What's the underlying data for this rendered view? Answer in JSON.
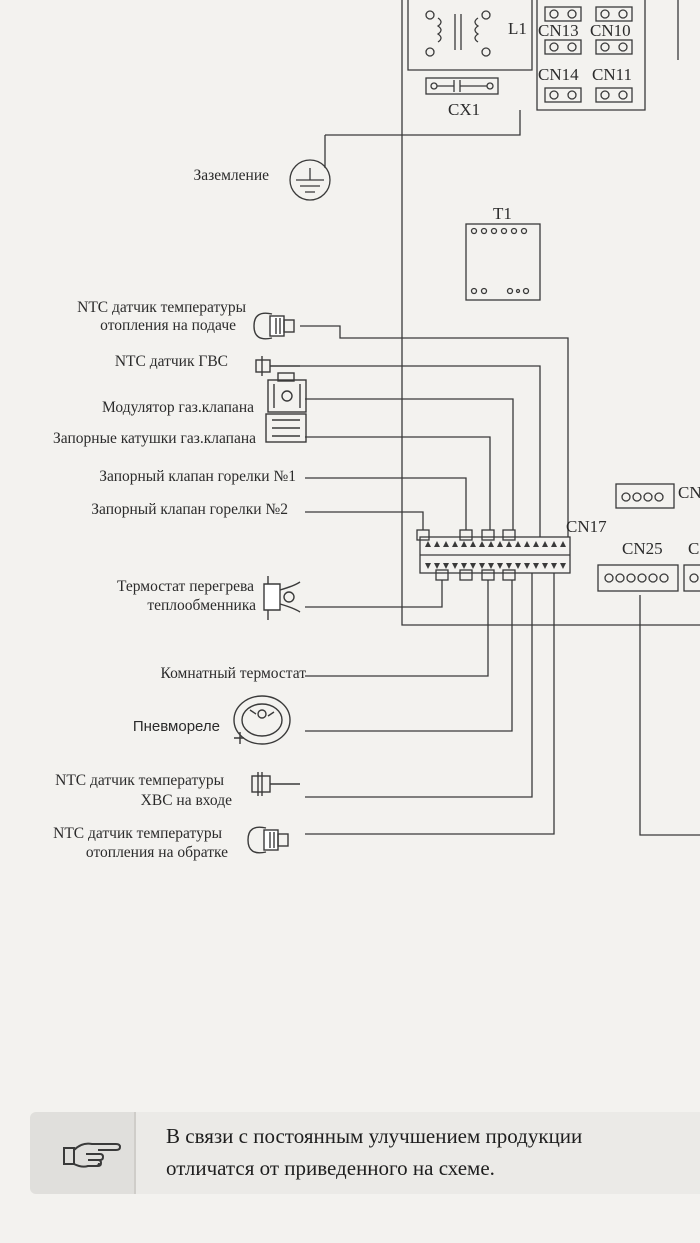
{
  "labels": {
    "ground": "Заземление",
    "ntc_supply_1": "NTC датчик температуры",
    "ntc_supply_2": "отопления на подаче",
    "ntc_dhw": "NTC датчик ГВС",
    "modulator": "Модулятор газ.клапана",
    "shutoff_coils": "Запорные катушки газ.клапана",
    "burner_valve_1": "Запорный клапан горелки №1",
    "burner_valve_2": "Запорный клапан горелки №2",
    "overheat_1": "Термостат перегрева",
    "overheat_2": "теплообменника",
    "room_thermostat": "Комнатный термостат",
    "pressure_switch": "Пневмореле",
    "ntc_cold_1": "NTC датчик температуры",
    "ntc_cold_2": "ХВС на входе",
    "ntc_return_1": "NTC датчик температуры",
    "ntc_return_2": "отопления на обратке"
  },
  "components": {
    "l1": "L1",
    "cx1": "CX1",
    "t1": "T1",
    "cn13": "CN13",
    "cn10": "CN10",
    "cn14": "CN14",
    "cn11": "CN11",
    "cn17": "CN17",
    "cn25": "CN25",
    "cn_partial": "CN",
    "c_partial": "C"
  },
  "note": {
    "line1": "В связи с постоянным улучшением продукции",
    "line2": "отличатся от приведенного на схеме."
  },
  "icons": {
    "note": "pointing-hand-icon",
    "ground": "ground-icon"
  }
}
